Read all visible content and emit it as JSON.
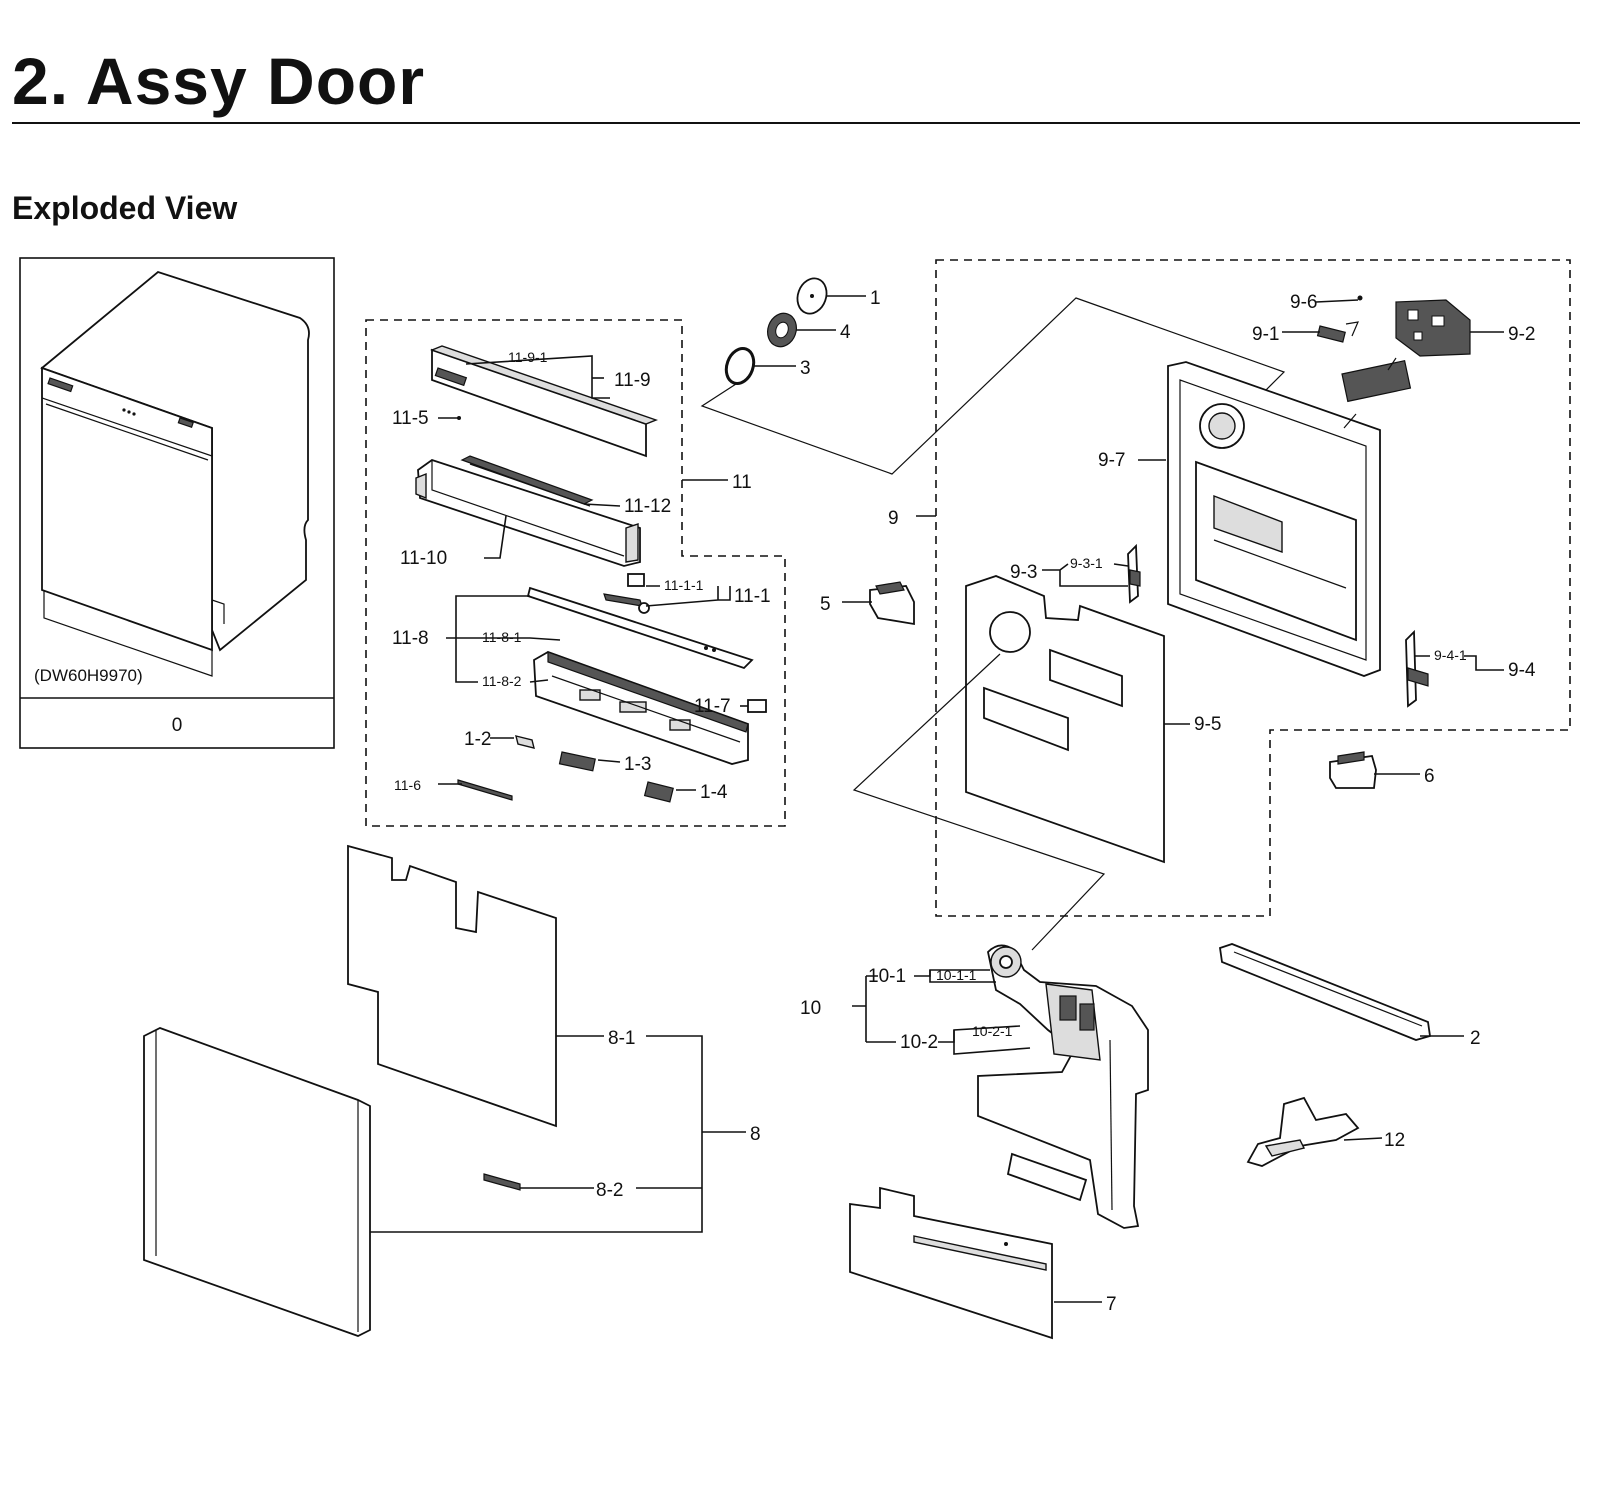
{
  "header": {
    "title": "2.  Assy Door",
    "subtitle": "Exploded View"
  },
  "inset": {
    "model": "(DW60H9970)",
    "number": "0"
  },
  "labels": {
    "p1": "1",
    "p2": "2",
    "p3": "3",
    "p4": "4",
    "p5": "5",
    "p6": "6",
    "p7": "7",
    "p8": "8",
    "p8_1": "8-1",
    "p8_2": "8-2",
    "p9": "9",
    "p9_1": "9-1",
    "p9_2": "9-2",
    "p9_3": "9-3",
    "p9_3_1": "9-3-1",
    "p9_4": "9-4",
    "p9_4_1": "9-4-1",
    "p9_5": "9-5",
    "p9_6": "9-6",
    "p9_7": "9-7",
    "p10": "10",
    "p10_1": "10-1",
    "p10_1_1": "10-1-1",
    "p10_2": "10-2",
    "p10_2_1": "10-2-1",
    "p11": "11",
    "p11_1": "11-1",
    "p11_1_1": "11-1-1",
    "p11_5": "11-5",
    "p11_6": "11-6",
    "p11_7": "11-7",
    "p11_8": "11-8",
    "p11_8_1": "11-8-1",
    "p11_8_2": "11-8-2",
    "p11_9": "11-9",
    "p11_9_1": "11-9-1",
    "p11_10": "11-10",
    "p11_12": "11-12",
    "p1_2": "1-2",
    "p1_3": "1-3",
    "p1_4": "1-4",
    "p12": "12"
  }
}
